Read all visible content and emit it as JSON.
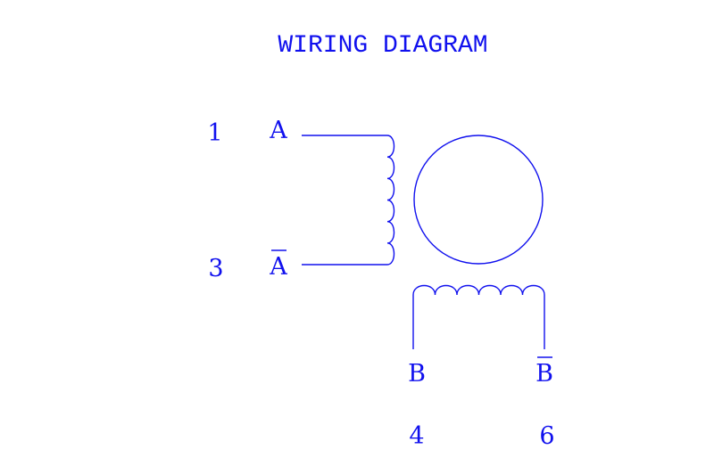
{
  "title": "WIRING DIAGRAM",
  "colors": {
    "line": "#1010ee",
    "background": "#ffffff"
  },
  "terminals": {
    "a": {
      "pin": "1",
      "label": "A"
    },
    "a_bar": {
      "pin": "3",
      "label": "A"
    },
    "b": {
      "pin": "4",
      "label": "B"
    },
    "b_bar": {
      "pin": "6",
      "label": "B"
    }
  }
}
